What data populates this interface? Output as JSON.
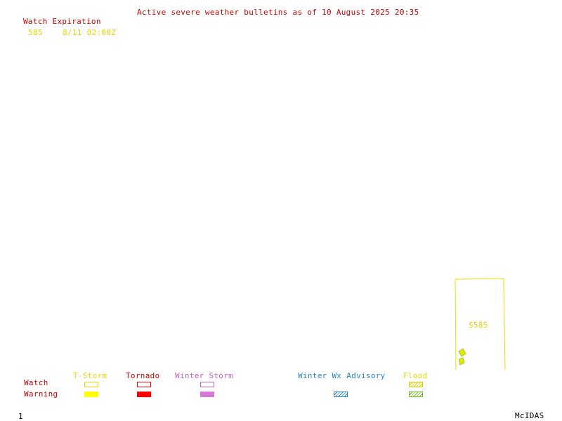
{
  "header": {
    "title": "Active severe weather bulletins as of 10 August 2025 20:35"
  },
  "watch_table": {
    "heading": "Watch Expiration",
    "rows": [
      {
        "id": "585",
        "expiration": "8/11 02:00Z"
      }
    ]
  },
  "map": {
    "watch_box_label": "S585"
  },
  "legend": {
    "row_labels": {
      "watch": "Watch",
      "warning": "Warning"
    },
    "categories": [
      {
        "label": "T-Storm",
        "color": "#ffff00"
      },
      {
        "label": "Tornado",
        "color": "#ff0000"
      },
      {
        "label": "Winter Storm",
        "color": "#d67ad6"
      },
      {
        "label": "Winter Wx Advisory",
        "color": "#2f96d6"
      },
      {
        "label": "Flood",
        "color": "#8bd63a"
      }
    ]
  },
  "footer": {
    "frame_number": "1",
    "software": "McIDAS"
  }
}
